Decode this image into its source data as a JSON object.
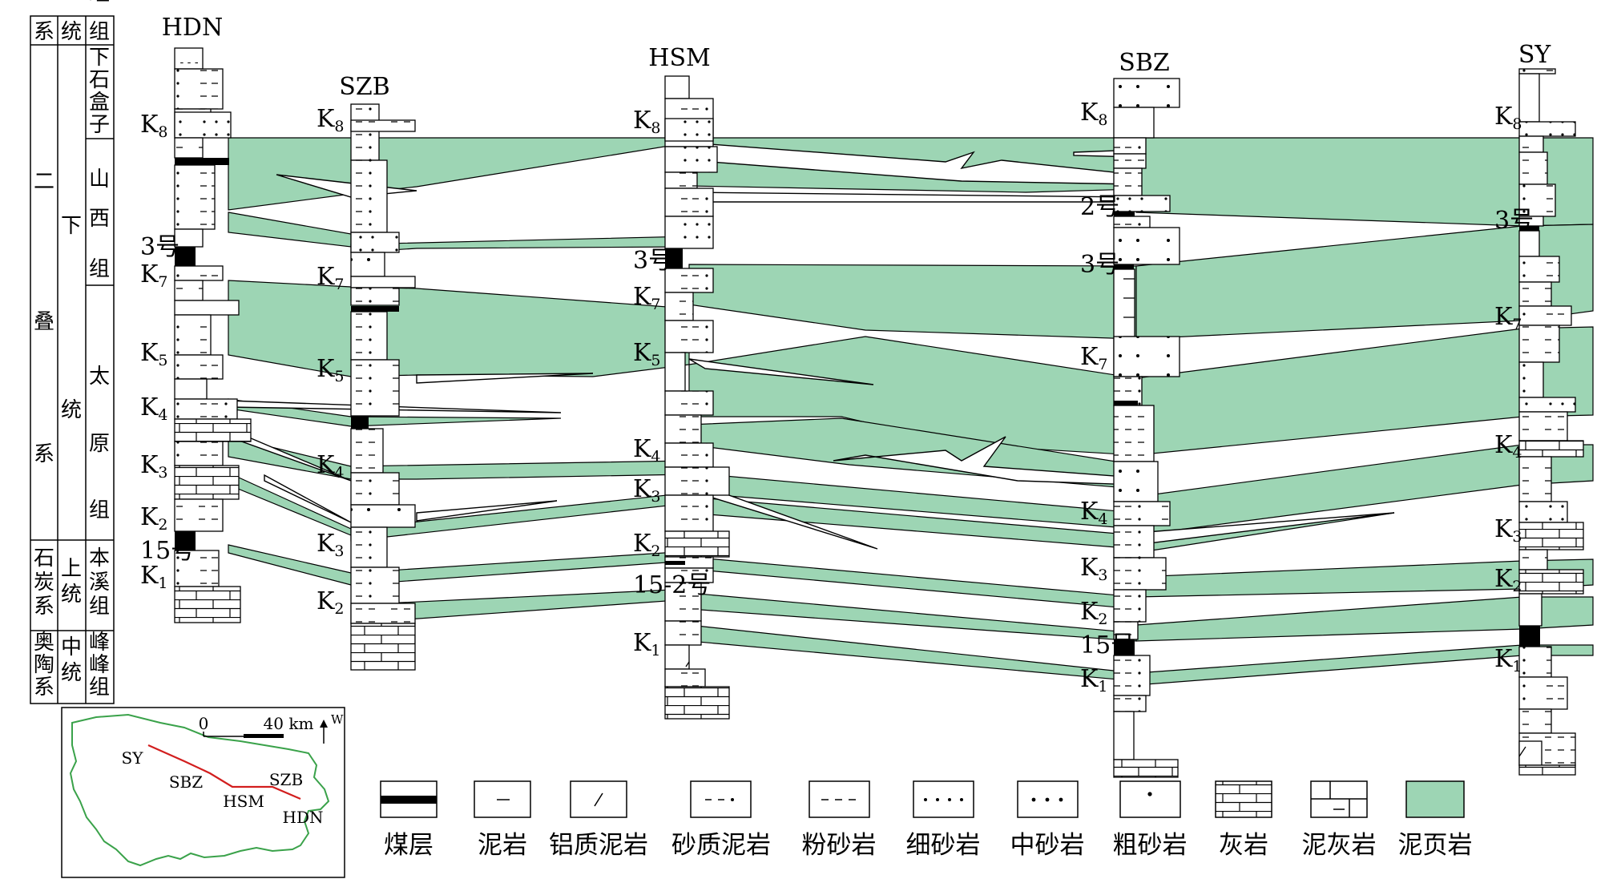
{
  "strat_table": {
    "headers": [
      "系",
      "统",
      "组"
    ],
    "system": {
      "permian": "二叠系",
      "carboniferous": "石炭系",
      "ordovician": "奥陶系"
    },
    "series": {
      "lower": "下统",
      "upper": "上统",
      "middle": "中统"
    },
    "formations": {
      "xiashihezi": "下石盒子组",
      "shanxi": "山西组",
      "taiyuan": "太原组",
      "benxi": "本溪组",
      "fengfeng": "峰峰组"
    }
  },
  "wells": [
    {
      "name": "HDN",
      "markers": [
        {
          "id": "K8",
          "base": "K",
          "sub": "8"
        },
        {
          "id": "3号",
          "base": "3号",
          "sub": ""
        },
        {
          "id": "K7",
          "base": "K",
          "sub": "7"
        },
        {
          "id": "K5",
          "base": "K",
          "sub": "5"
        },
        {
          "id": "K4",
          "base": "K",
          "sub": "4"
        },
        {
          "id": "K3",
          "base": "K",
          "sub": "3"
        },
        {
          "id": "K2",
          "base": "K",
          "sub": "2"
        },
        {
          "id": "15号",
          "base": "15号",
          "sub": ""
        },
        {
          "id": "K1",
          "base": "K",
          "sub": "1"
        }
      ]
    },
    {
      "name": "SZB",
      "markers": [
        {
          "id": "K8",
          "base": "K",
          "sub": "8"
        },
        {
          "id": "K7",
          "base": "K",
          "sub": "7"
        },
        {
          "id": "K5",
          "base": "K",
          "sub": "5"
        },
        {
          "id": "K4",
          "base": "K",
          "sub": "4"
        },
        {
          "id": "K3",
          "base": "K",
          "sub": "3"
        },
        {
          "id": "K2",
          "base": "K",
          "sub": "2"
        }
      ]
    },
    {
      "name": "HSM",
      "markers": [
        {
          "id": "K8",
          "base": "K",
          "sub": "8"
        },
        {
          "id": "3号",
          "base": "3号",
          "sub": ""
        },
        {
          "id": "K7",
          "base": "K",
          "sub": "7"
        },
        {
          "id": "K5",
          "base": "K",
          "sub": "5"
        },
        {
          "id": "K4",
          "base": "K",
          "sub": "4"
        },
        {
          "id": "K3",
          "base": "K",
          "sub": "3"
        },
        {
          "id": "K2",
          "base": "K",
          "sub": "2"
        },
        {
          "id": "15-2号",
          "base": "15-2号",
          "sub": ""
        },
        {
          "id": "K1",
          "base": "K",
          "sub": "1"
        }
      ]
    },
    {
      "name": "SBZ",
      "markers": [
        {
          "id": "K8",
          "base": "K",
          "sub": "8"
        },
        {
          "id": "2号",
          "base": "2号",
          "sub": ""
        },
        {
          "id": "3号",
          "base": "3号",
          "sub": ""
        },
        {
          "id": "K7",
          "base": "K",
          "sub": "7"
        },
        {
          "id": "K4",
          "base": "K",
          "sub": "4"
        },
        {
          "id": "K3",
          "base": "K",
          "sub": "3"
        },
        {
          "id": "K2",
          "base": "K",
          "sub": "2"
        },
        {
          "id": "15号",
          "base": "15号",
          "sub": ""
        },
        {
          "id": "K1",
          "base": "K",
          "sub": "1"
        }
      ]
    },
    {
      "name": "SY",
      "markers": [
        {
          "id": "K8",
          "base": "K",
          "sub": "8"
        },
        {
          "id": "3号",
          "base": "3号",
          "sub": ""
        },
        {
          "id": "K7",
          "base": "K",
          "sub": "7"
        },
        {
          "id": "K4",
          "base": "K",
          "sub": "4"
        },
        {
          "id": "K3",
          "base": "K",
          "sub": "3"
        },
        {
          "id": "K2",
          "base": "K",
          "sub": "2"
        },
        {
          "id": "K1",
          "base": "K",
          "sub": "1"
        }
      ]
    }
  ],
  "inset_map": {
    "scale_start": "0",
    "scale_end": "40 km",
    "north_label": "W",
    "well_labels": [
      "SY",
      "SBZ",
      "HSM",
      "SZB",
      "HDN"
    ]
  },
  "legend": [
    {
      "key": "coal",
      "label": "煤层"
    },
    {
      "key": "mudstone",
      "label": "泥岩"
    },
    {
      "key": "bauxitic",
      "label": "铝质泥岩"
    },
    {
      "key": "sandy_mud",
      "label": "砂质泥岩"
    },
    {
      "key": "siltstone",
      "label": "粉砂岩"
    },
    {
      "key": "fine_sand",
      "label": "细砂岩"
    },
    {
      "key": "medium_sand",
      "label": "中砂岩"
    },
    {
      "key": "coarse_sand",
      "label": "粗砂岩"
    },
    {
      "key": "limestone",
      "label": "灰岩"
    },
    {
      "key": "marl",
      "label": "泥灰岩"
    },
    {
      "key": "shale",
      "label": "泥页岩"
    }
  ],
  "colors": {
    "shale_fill": "#9dd5b4",
    "line": "#000000",
    "map_outline": "#3aa24a",
    "section_line": "#d21e1e"
  }
}
